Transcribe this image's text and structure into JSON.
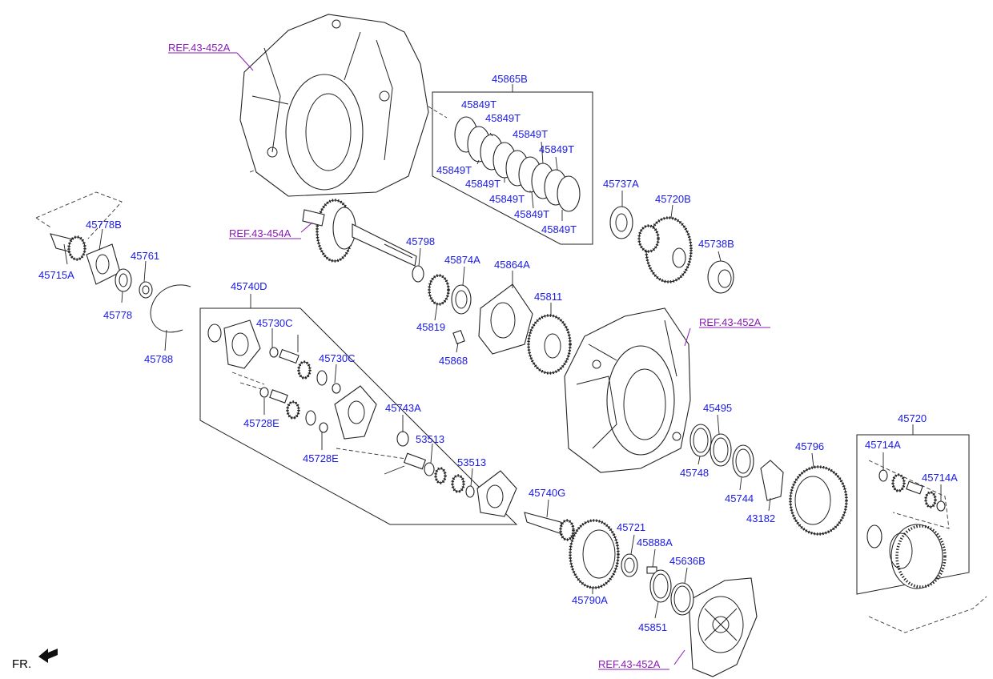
{
  "labels": {
    "ref_43_452a": "REF.43-452A",
    "ref_43_454a": "REF.43-454A",
    "p45865b": "45865B",
    "p45849t": "45849T",
    "p45737a": "45737A",
    "p45720b": "45720B",
    "p45738b": "45738B",
    "p45778b": "45778B",
    "p45715a": "45715A",
    "p45761": "45761",
    "p45778": "45778",
    "p45788": "45788",
    "p45740d": "45740D",
    "p45730c": "45730C",
    "p45728e": "45728E",
    "p45743a": "45743A",
    "p53513": "53513",
    "p45798": "45798",
    "p45874a": "45874A",
    "p45864a": "45864A",
    "p45819": "45819",
    "p45811": "45811",
    "p45868": "45868",
    "p45495": "45495",
    "p45748": "45748",
    "p45744": "45744",
    "p43182": "43182",
    "p45796": "45796",
    "p45720": "45720",
    "p45714a": "45714A",
    "p45740g": "45740G",
    "p45721": "45721",
    "p45888a": "45888A",
    "p45636b": "45636B",
    "p45790a": "45790A",
    "p45851": "45851",
    "fr": "FR."
  }
}
